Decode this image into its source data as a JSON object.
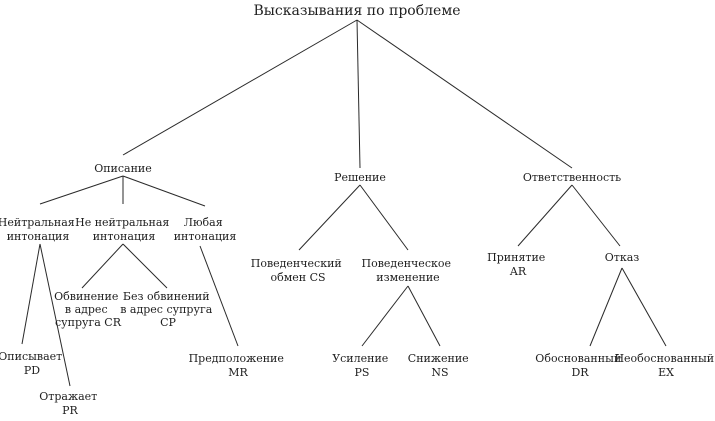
{
  "diagram": {
    "root": {
      "lines": [
        "Высказывания по проблеме"
      ]
    },
    "categories": {
      "description": {
        "lines": [
          "Описание"
        ]
      },
      "solution": {
        "lines": [
          "Решение"
        ]
      },
      "responsibility": {
        "lines": [
          "Ответственность"
        ]
      }
    },
    "description_children": {
      "neutral": {
        "lines": [
          "Нейтральная",
          "интонация"
        ]
      },
      "non_neutral": {
        "lines": [
          "Не нейтральная",
          "интонация"
        ]
      },
      "any": {
        "lines": [
          "Любая",
          "интонация"
        ]
      }
    },
    "neutral_children": {
      "describes": {
        "lines": [
          "Описывает",
          "PD"
        ]
      },
      "reflects": {
        "lines": [
          "Отражает",
          "PR"
        ]
      }
    },
    "non_neutral_children": {
      "blame": {
        "lines": [
          "Обвинение",
          "в адрес",
          "супруга CR"
        ]
      },
      "no_blame": {
        "lines": [
          "Без обвинений",
          "в адрес супруга",
          "CP"
        ]
      }
    },
    "any_children": {
      "assumption": {
        "lines": [
          "Предположение",
          "MR"
        ]
      }
    },
    "solution_children": {
      "behavioral_exchange": {
        "lines": [
          "Поведенческий",
          "обмен CS"
        ]
      },
      "behavioral_change": {
        "lines": [
          "Поведенческое",
          "изменение"
        ]
      }
    },
    "change_children": {
      "strengthening": {
        "lines": [
          "Усиление",
          "PS"
        ]
      },
      "reduction": {
        "lines": [
          "Снижение",
          "NS"
        ]
      }
    },
    "responsibility_children": {
      "acceptance": {
        "lines": [
          "Принятие",
          "AR"
        ]
      },
      "refusal": {
        "lines": [
          "Отказ"
        ]
      }
    },
    "refusal_children": {
      "justified": {
        "lines": [
          "Обоснованный",
          "DR"
        ]
      },
      "unjustified": {
        "lines": [
          "Необоснованный",
          "EX"
        ]
      }
    }
  }
}
